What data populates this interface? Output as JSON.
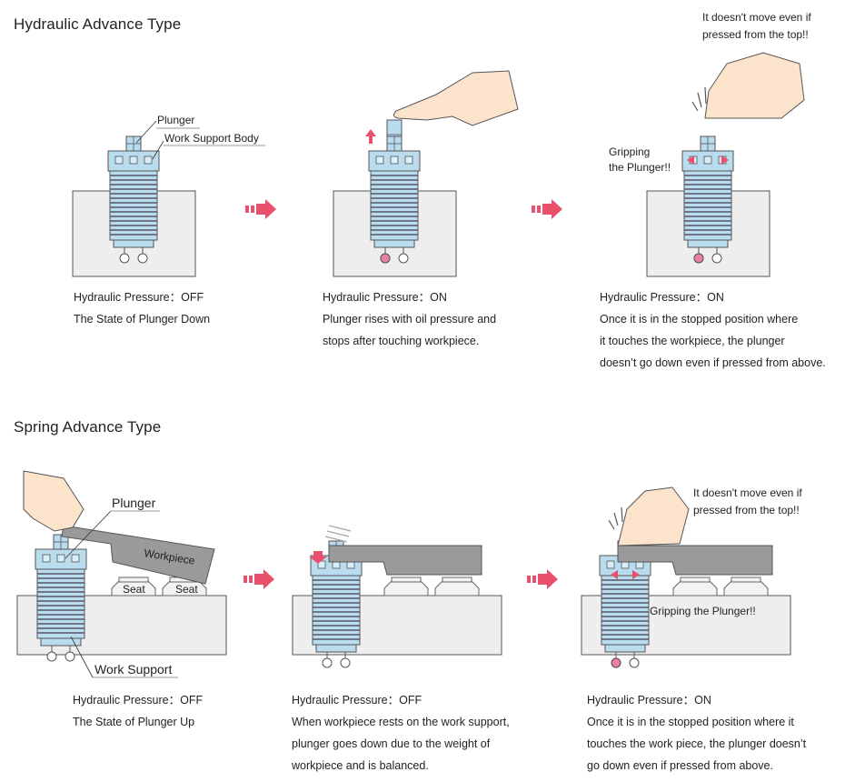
{
  "hydraulic": {
    "title": "Hydraulic Advance Type",
    "labels": {
      "plunger": "Plunger",
      "work_support_body": "Work Support Body",
      "gripping_line1": "Gripping",
      "gripping_line2": "the Plunger!!",
      "no_move_line1": "It doesn't move even if",
      "no_move_line2": "pressed from the top!!"
    },
    "steps": [
      {
        "pressure": "Hydraulic Pressure：OFF",
        "lines": [
          "The State of Plunger Down"
        ]
      },
      {
        "pressure": "Hydraulic Pressure：ON",
        "lines": [
          "Plunger rises with oil pressure and",
          "stops after touching workpiece."
        ]
      },
      {
        "pressure": "Hydraulic Pressure：ON",
        "lines": [
          "Once it is in the stopped position where",
          "it touches the workpiece, the plunger",
          "doesn’t go down even if pressed from above."
        ]
      }
    ]
  },
  "spring": {
    "title": "Spring Advance Type",
    "labels": {
      "plunger": "Plunger",
      "workpiece": "Workpiece",
      "seat": "Seat",
      "work_support": "Work Support",
      "gripping": "Gripping the Plunger!!",
      "no_move_line1": "It doesn't move even if",
      "no_move_line2": "pressed from the top!!"
    },
    "steps": [
      {
        "pressure": "Hydraulic Pressure：OFF",
        "lines": [
          "The State of Plunger Up"
        ]
      },
      {
        "pressure": "Hydraulic Pressure：OFF",
        "lines": [
          "When workpiece rests on the work support,",
          "plunger goes down due to the weight of",
          "workpiece and is balanced."
        ]
      },
      {
        "pressure": "Hydraulic Pressure：ON",
        "lines": [
          "Once it is in the stopped position where it",
          "touches the work piece, the plunger doesn’t",
          "go down even if pressed from above."
        ]
      }
    ]
  },
  "colors": {
    "support_blue": "#b9dcee",
    "outline": "#555555",
    "base_fill": "#eeeeee",
    "workpiece_gray": "#9a9a9a",
    "arrow_red": "#e9506b",
    "pink_port": "#ec7fa8",
    "skin": "#fbe3cc"
  }
}
